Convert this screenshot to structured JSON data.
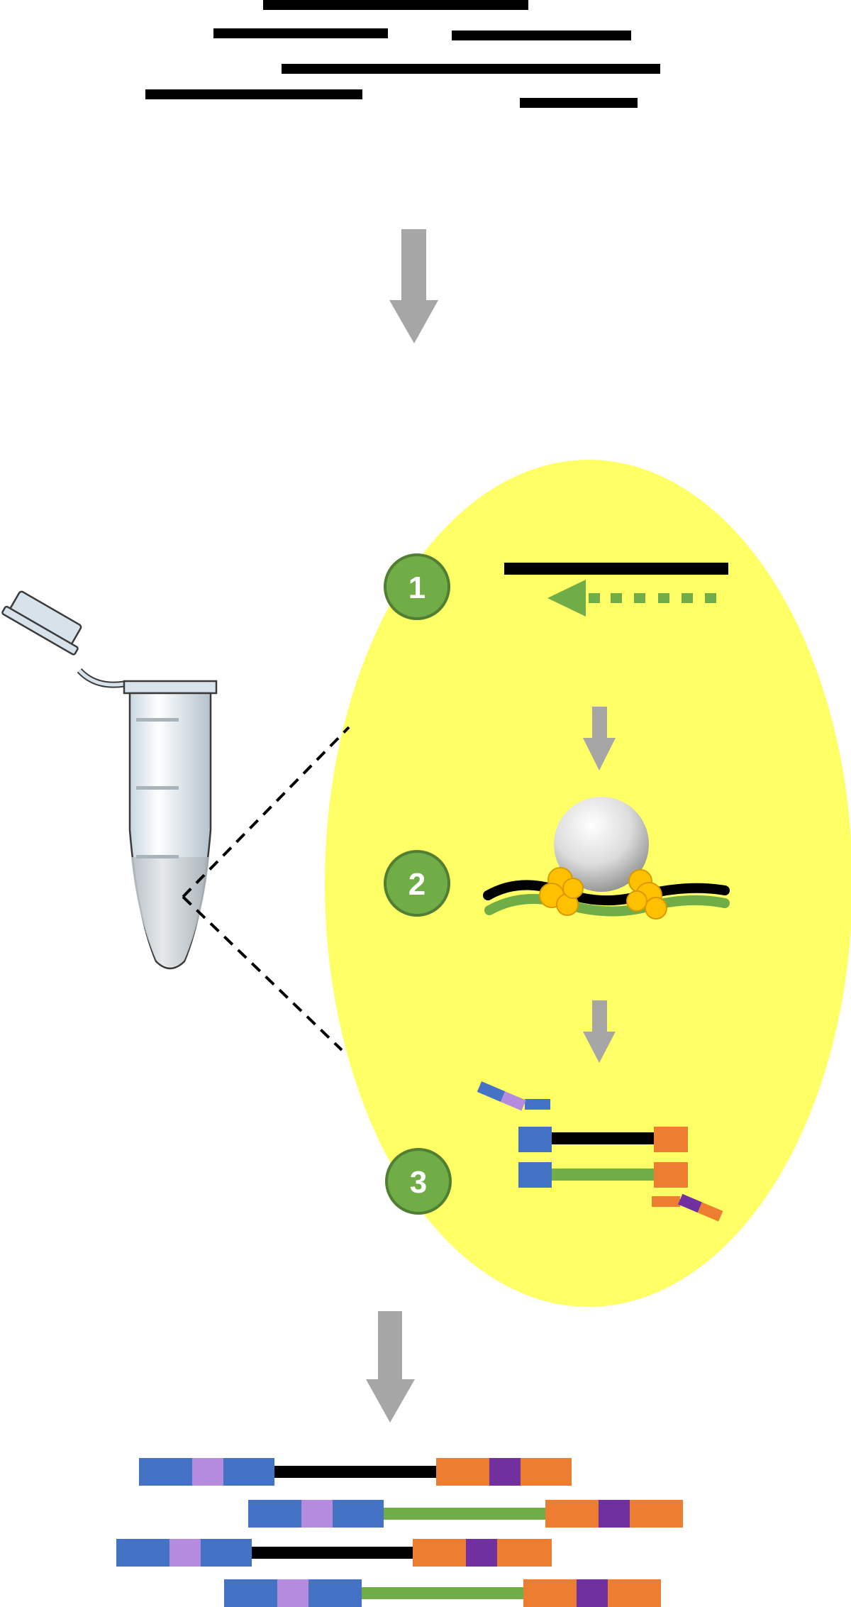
{
  "steps": [
    {
      "label": "1"
    },
    {
      "label": "2"
    },
    {
      "label": "3"
    }
  ],
  "colors": {
    "strand_template": "#000000",
    "strand_new": "#70ad47",
    "primer_arrow": "#70ad47",
    "step_circle_fill": "#70ad47",
    "step_circle_stroke": "#507e32",
    "zoom_ellipse": "#ffff66",
    "flow_arrow": "#a6a6a6",
    "adapter_blue": "#4472c4",
    "adapter_light_purple": "#b48bdd",
    "adapter_orange": "#ed7d31",
    "adapter_dark_purple": "#7030a0",
    "polymerase": "#ffc000"
  },
  "icons": [
    "microcentrifuge-tube-icon",
    "bead-icon",
    "polymerase-icon"
  ]
}
